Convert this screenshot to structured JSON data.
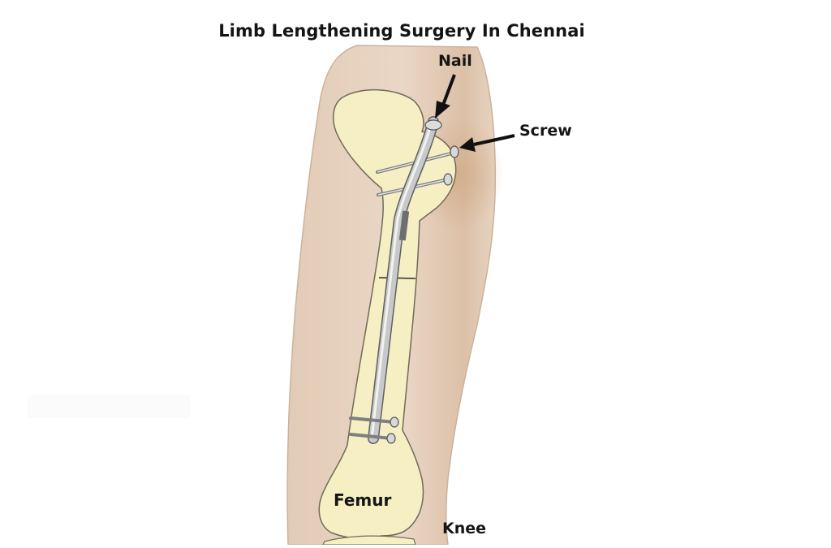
{
  "title": "Limb Lengthening Surgery In Chennai",
  "labels": {
    "nail": "Nail",
    "screw": "Screw",
    "femur": "Femur",
    "knee": "Knee"
  },
  "colors": {
    "skin": "#e6d1bf",
    "skin_shadow": "#d7b79d",
    "bone": "#f6efc3",
    "bone_outline": "#6f6a5a",
    "nail_metal": "#c8c9c9",
    "label_text": "#151515"
  }
}
